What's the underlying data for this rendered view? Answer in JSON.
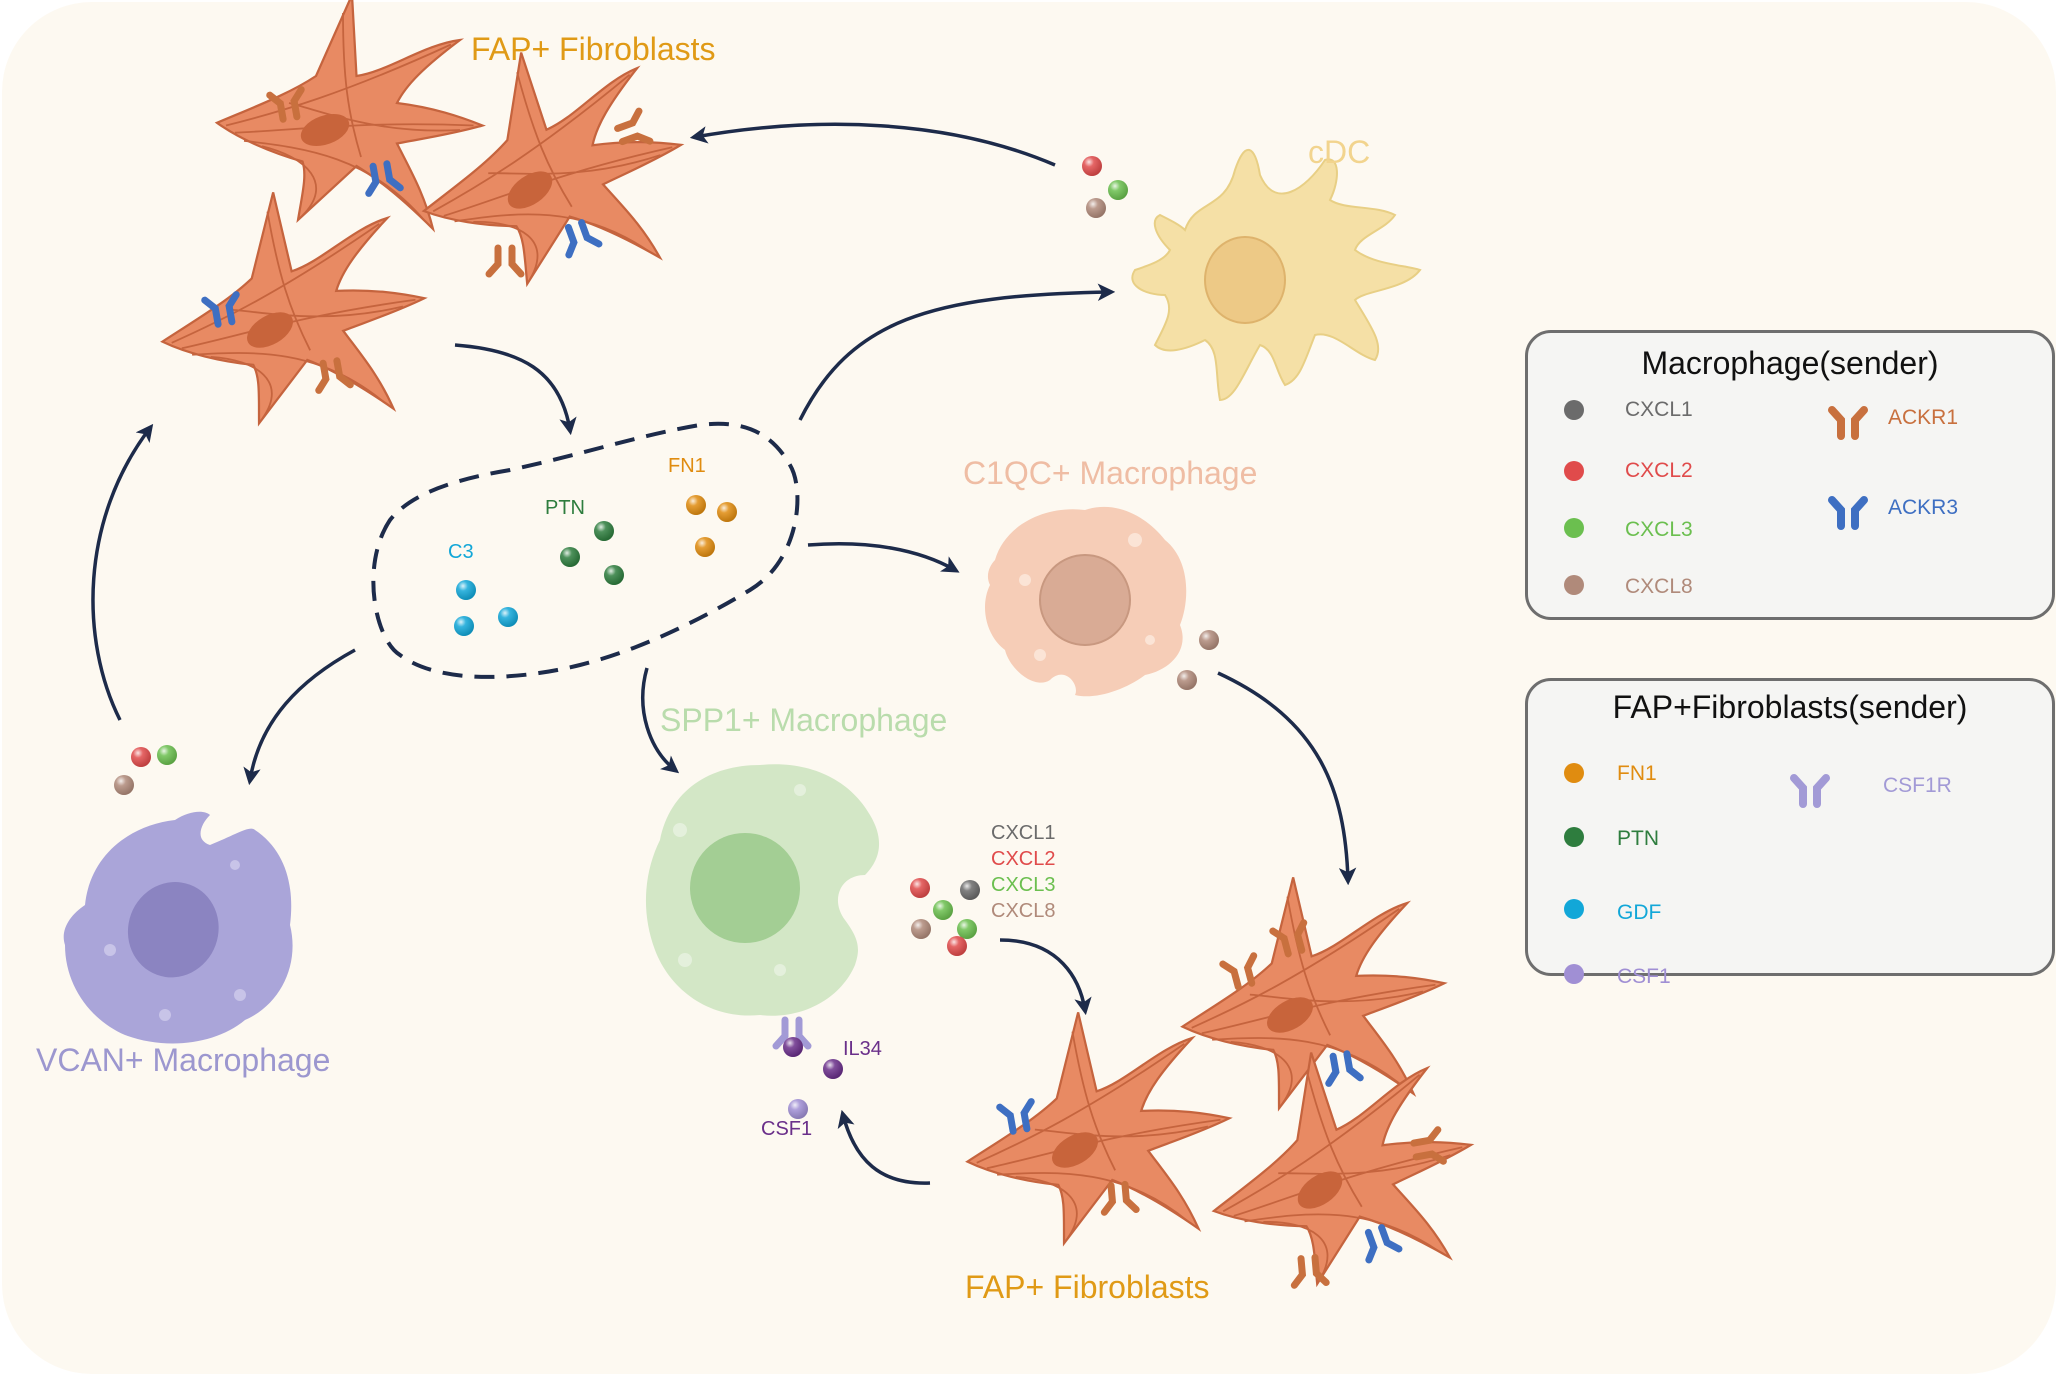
{
  "colors": {
    "background": "#fdf9f1",
    "fibroblast": "#e88a63",
    "fibroblast_dark": "#c5643e",
    "ackr1": "#c8703e",
    "ackr3": "#3e6fc2",
    "csf1r": "#a29ad6",
    "arrow": "#1d2b4a",
    "fap_text": "#e09a16",
    "cdc": "#f5e0a6",
    "c1qc": "#f6cdb7",
    "spp1": "#cfe3c3",
    "vcan": "#aaa5d9",
    "cxcl1": "#6b6b6b",
    "cxcl2": "#e04b4b",
    "cxcl3": "#6bbf4f",
    "cxcl8": "#b08a7a",
    "fn1": "#e08c10",
    "ptn": "#2e7d3e",
    "gdf": "#12a7d8",
    "c3": "#12a7d8",
    "csf1": "#a08fd4",
    "il34": "#6a2f8a"
  },
  "cells": {
    "fap_top": "FAP+ Fibroblasts",
    "fap_bottom": "FAP+ Fibroblasts",
    "cdc": "cDC",
    "c1qc": "C1QC+ Macrophage",
    "spp1": "SPP1+ Macrophage",
    "vcan": "VCAN+ Macrophage"
  },
  "molecules": {
    "c3": "C3",
    "ptn": "PTN",
    "fn1": "FN1",
    "il34": "IL34",
    "csf1": "CSF1",
    "spp1_cxcl": [
      "CXCL1",
      "CXCL2",
      "CXCL3",
      "CXCL8"
    ]
  },
  "legend_macrophage": {
    "title": "Macrophage(sender)",
    "ligands": [
      {
        "label": "CXCL1",
        "color": "#6b6b6b"
      },
      {
        "label": "CXCL2",
        "color": "#e04b4b"
      },
      {
        "label": "CXCL3",
        "color": "#6bbf4f"
      },
      {
        "label": "CXCL8",
        "color": "#b08a7a"
      }
    ],
    "receptors": [
      {
        "label": "ACKR1",
        "color": "#c8703e"
      },
      {
        "label": "ACKR3",
        "color": "#3e6fc2"
      }
    ]
  },
  "legend_fibroblast": {
    "title": "FAP+Fibroblasts(sender)",
    "ligands": [
      {
        "label": "FN1",
        "color": "#e08c10"
      },
      {
        "label": "PTN",
        "color": "#2e7d3e"
      },
      {
        "label": "GDF",
        "color": "#12a7d8"
      },
      {
        "label": "CSF1",
        "color": "#a08fd4"
      }
    ],
    "receptors": [
      {
        "label": "CSF1R",
        "color": "#a29ad6"
      }
    ]
  }
}
